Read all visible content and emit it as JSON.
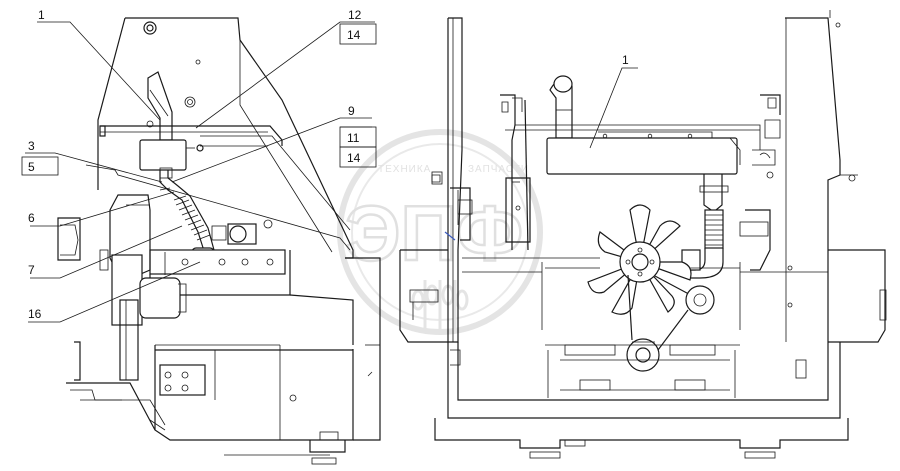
{
  "callouts": {
    "left": [
      "1",
      "3",
      "5",
      "6",
      "7",
      "16",
      "12",
      "14",
      "9",
      "11",
      "14"
    ],
    "right": [
      "1"
    ]
  },
  "watermark": {
    "top_left": "ТЕХНИКА",
    "top_right": "ЗАПЧАСТИ",
    "main": "ЭПФ"
  },
  "colors": {
    "line": "#1a1a1a",
    "watermark": "#c9c9c9"
  }
}
